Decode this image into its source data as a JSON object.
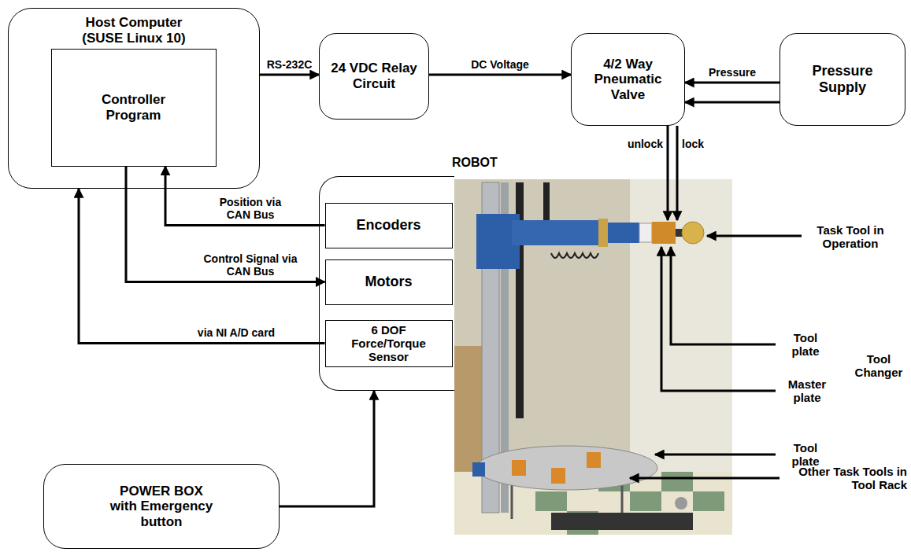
{
  "diagram": {
    "nodes": [
      {
        "text": [
          "Host Computer (SUSE Linux 10)"
        ]
      },
      {
        "text": [
          "Controller Program"
        ],
        "in": 0
      },
      {
        "text": [
          "24 VDC Relay Circuit"
        ]
      },
      {
        "text": [
          "4/2 Way Pneumatic Valve"
        ]
      },
      {
        "text": [
          "Pressure Supply"
        ]
      },
      {
        "text": [
          "ROBOT"
        ]
      },
      {
        "text": [
          "Encoders"
        ],
        "in": 5
      },
      {
        "text": [
          "Motors"
        ],
        "in": 5
      },
      {
        "text": [
          "6 DOF Force/Torque Sensor"
        ],
        "in": 5
      },
      {
        "text": [
          "POWER BOX with Emergency button"
        ]
      }
    ],
    "edges": [
      {
        "from": 0,
        "to": 2,
        "label": "RS-232C",
        "arrow": "to"
      },
      {
        "from": 2,
        "to": 3,
        "label": "DC Voltage",
        "arrow": "to"
      },
      {
        "from": 4,
        "to": 3,
        "label": "Pressure",
        "arrow": "to"
      },
      {
        "from": 4,
        "to": 3,
        "arrow": "to"
      },
      {
        "from": 6,
        "to": 1,
        "label": "Position via CAN Bus",
        "arrow": "to"
      },
      {
        "from": 1,
        "to": 7,
        "label": "Control Signal via CAN Bus",
        "arrow": "to"
      },
      {
        "from": 8,
        "to": 0,
        "label": "via NI A/D card",
        "arrow": "to"
      },
      {
        "from": 9,
        "to": 5,
        "arrow": "to"
      }
    ],
    "labels": [
      "unlock",
      "lock",
      "Task Tool in Operation",
      "Tool plate",
      "Tool Changer",
      "Master plate",
      "Tool plate",
      "Other Task Tools in Tool Rack"
    ]
  }
}
